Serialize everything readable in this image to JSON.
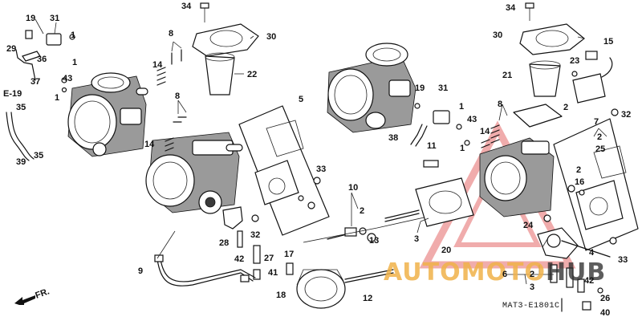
{
  "diagram_code": "MAT3-E1801C",
  "front_marker": "FR.",
  "ref_marker": "E-19",
  "watermark": {
    "word1": "AUTOMOTO",
    "word2": "HUB"
  },
  "callouts": [
    {
      "id": "c19a",
      "text": "19"
    },
    {
      "id": "c31a",
      "text": "31"
    },
    {
      "id": "c1a",
      "text": "1"
    },
    {
      "id": "c29",
      "text": "29"
    },
    {
      "id": "c36",
      "text": "36"
    },
    {
      "id": "c1b",
      "text": "1"
    },
    {
      "id": "c37",
      "text": "37"
    },
    {
      "id": "c43a",
      "text": "43"
    },
    {
      "id": "c1c",
      "text": "1"
    },
    {
      "id": "c35a",
      "text": "35"
    },
    {
      "id": "c35b",
      "text": "35"
    },
    {
      "id": "c39",
      "text": "39"
    },
    {
      "id": "c34a",
      "text": "34"
    },
    {
      "id": "c30a",
      "text": "30"
    },
    {
      "id": "c8a",
      "text": "8"
    },
    {
      "id": "c14a",
      "text": "14"
    },
    {
      "id": "c22",
      "text": "22"
    },
    {
      "id": "c8b",
      "text": "8"
    },
    {
      "id": "c14b",
      "text": "14"
    },
    {
      "id": "c5",
      "text": "5"
    },
    {
      "id": "c33a",
      "text": "33"
    },
    {
      "id": "c28",
      "text": "28"
    },
    {
      "id": "c32a",
      "text": "32"
    },
    {
      "id": "c42a",
      "text": "42"
    },
    {
      "id": "c27",
      "text": "27"
    },
    {
      "id": "c41",
      "text": "41"
    },
    {
      "id": "c9",
      "text": "9"
    },
    {
      "id": "c17",
      "text": "17"
    },
    {
      "id": "c18",
      "text": "18"
    },
    {
      "id": "c10",
      "text": "10"
    },
    {
      "id": "c2a",
      "text": "2"
    },
    {
      "id": "c13",
      "text": "13"
    },
    {
      "id": "c3a",
      "text": "3"
    },
    {
      "id": "c12",
      "text": "12"
    },
    {
      "id": "c19b",
      "text": "19"
    },
    {
      "id": "c31b",
      "text": "31"
    },
    {
      "id": "c1d",
      "text": "1"
    },
    {
      "id": "c43b",
      "text": "43"
    },
    {
      "id": "c1e",
      "text": "1"
    },
    {
      "id": "c38",
      "text": "38"
    },
    {
      "id": "c11",
      "text": "11"
    },
    {
      "id": "c8c",
      "text": "8"
    },
    {
      "id": "c14c",
      "text": "14"
    },
    {
      "id": "c20",
      "text": "20"
    },
    {
      "id": "c34b",
      "text": "34"
    },
    {
      "id": "c30b",
      "text": "30"
    },
    {
      "id": "c15",
      "text": "15"
    },
    {
      "id": "c23",
      "text": "23"
    },
    {
      "id": "c21",
      "text": "21"
    },
    {
      "id": "c2b",
      "text": "2"
    },
    {
      "id": "c32b",
      "text": "32"
    },
    {
      "id": "c7",
      "text": "7"
    },
    {
      "id": "c2c",
      "text": "2"
    },
    {
      "id": "c25",
      "text": "25"
    },
    {
      "id": "c2d",
      "text": "2"
    },
    {
      "id": "c16",
      "text": "16"
    },
    {
      "id": "c24",
      "text": "24"
    },
    {
      "id": "c4",
      "text": "4"
    },
    {
      "id": "c33b",
      "text": "33"
    },
    {
      "id": "c6",
      "text": "6"
    },
    {
      "id": "c2e",
      "text": "2"
    },
    {
      "id": "c3b",
      "text": "3"
    },
    {
      "id": "c42b",
      "text": "42"
    },
    {
      "id": "c26",
      "text": "26"
    },
    {
      "id": "c40",
      "text": "40"
    }
  ]
}
